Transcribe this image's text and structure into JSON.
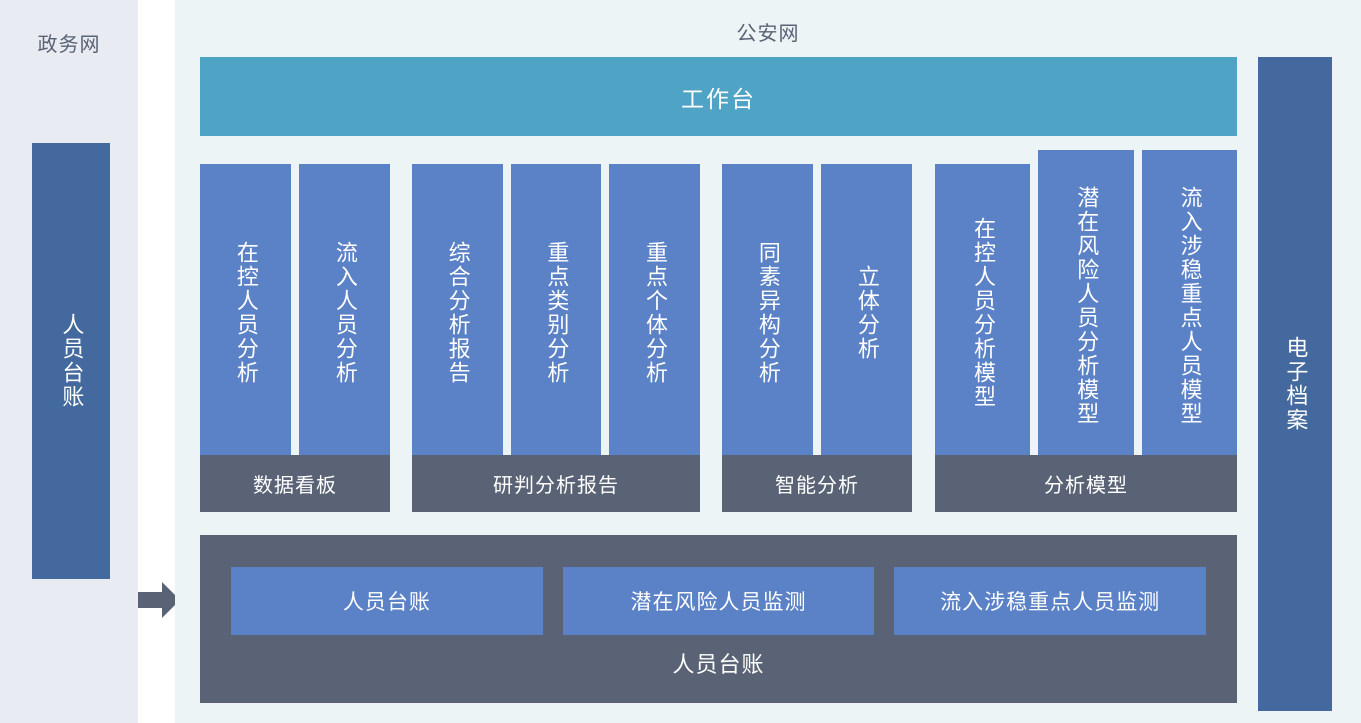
{
  "left_zone": {
    "title": "政务网",
    "panel_label": "人员台账"
  },
  "flow_arrow": {
    "icon": "arrow-right-icon"
  },
  "main_zone": {
    "title": "公安网",
    "workbench_label": "工作台",
    "groups": [
      {
        "bar_label": "数据看板",
        "cards": [
          {
            "label": "在控人员分析",
            "tall": false
          },
          {
            "label": "流入人员分析",
            "tall": false
          }
        ]
      },
      {
        "bar_label": "研判分析报告",
        "cards": [
          {
            "label": "综合分析报告",
            "tall": false
          },
          {
            "label": "重点类别分析",
            "tall": false
          },
          {
            "label": "重点个体分析",
            "tall": false
          }
        ]
      },
      {
        "bar_label": "智能分析",
        "cards": [
          {
            "label": "同素异构分析",
            "tall": false
          },
          {
            "label": "立体分析",
            "tall": false
          }
        ]
      },
      {
        "bar_label": "分析模型",
        "cards": [
          {
            "label": "在控人员分析模型",
            "tall": false
          },
          {
            "label": "潜在风险人员分析模型",
            "tall": true
          },
          {
            "label": "流入涉稳重点人员模型",
            "tall": true
          }
        ]
      }
    ],
    "bottom_panel": {
      "buttons": [
        "人员台账",
        "潜在风险人员监测",
        "流入涉稳重点人员监测"
      ],
      "caption": "人员台账"
    }
  },
  "right_zone": {
    "panel_label": "电子档案"
  },
  "colors": {
    "left_zone_bg": "#E8EBF2",
    "main_zone_bg": "#EDF4F6",
    "deep_blue_panel": "#43699E",
    "card_blue": "#5B82C6",
    "teal_workbench": "#4FA3C4",
    "gray_bar": "#5A6375",
    "title_text": "#5A6375",
    "on_dark_text": "#FFFFFF"
  }
}
